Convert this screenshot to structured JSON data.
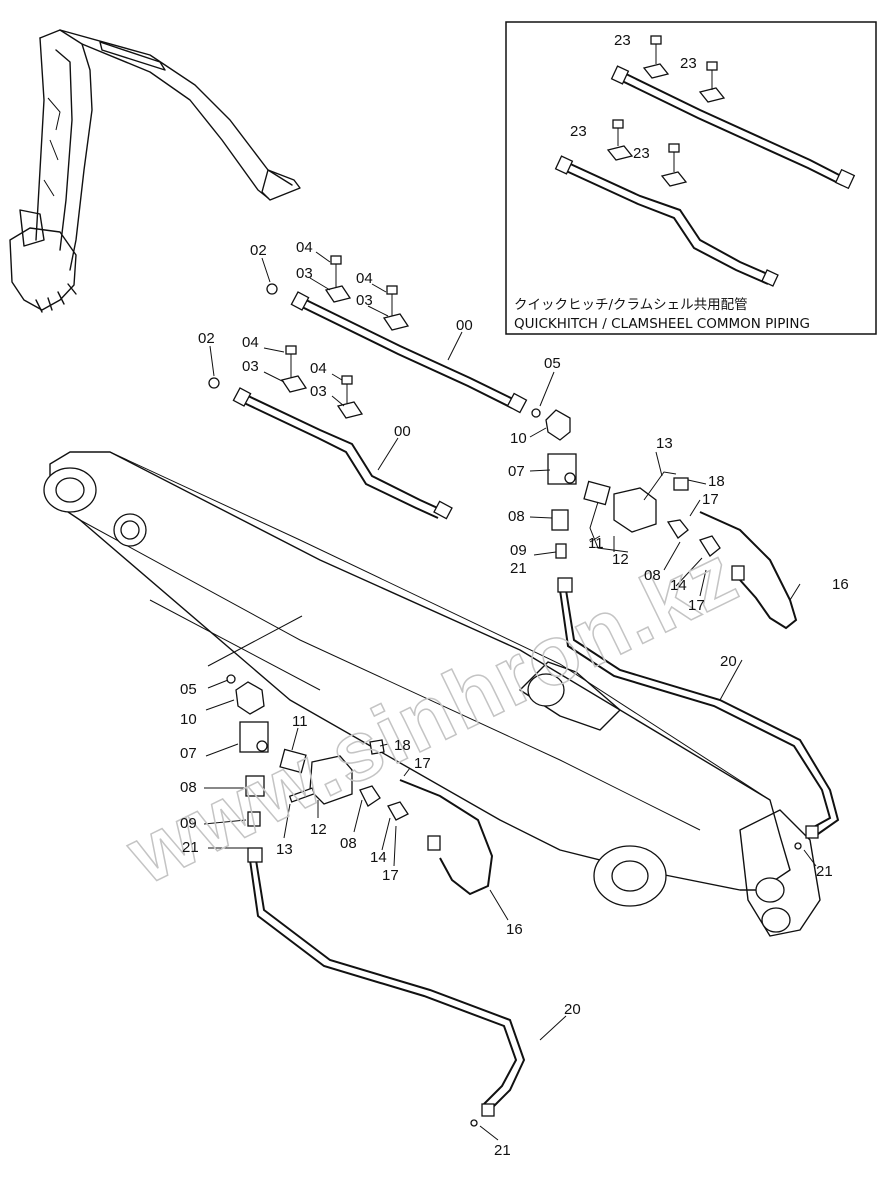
{
  "watermark": "www.sinhron.kz",
  "inset": {
    "caption_jp": "クイックヒッチ/クラムシェル共用配管",
    "caption_en": "QUICKHITCH / CLAMSHEEL COMMON PIPING"
  },
  "callouts": {
    "i23a": "23",
    "i23b": "23",
    "i23c": "23",
    "i23d": "23",
    "t02a": "02",
    "t04a": "04",
    "t03a": "03",
    "t04b": "04",
    "t03b": "03",
    "t00a": "00",
    "t02b": "02",
    "t04c": "04",
    "t03c": "03",
    "t04d": "04",
    "t03d": "03",
    "t00b": "00",
    "r05": "05",
    "r10": "10",
    "r13": "13",
    "r07": "07",
    "r18": "18",
    "r17a": "17",
    "r08a": "08",
    "r11": "11",
    "r12": "12",
    "r09": "09",
    "r21a": "21",
    "r08b": "08",
    "r14": "14",
    "r17b": "17",
    "r16": "16",
    "r20": "20",
    "r21b": "21",
    "l05": "05",
    "l10": "10",
    "l07": "07",
    "l11": "11",
    "l18": "18",
    "l17a": "17",
    "l08a": "08",
    "l09": "09",
    "l21a": "21",
    "l13": "13",
    "l12": "12",
    "l08b": "08",
    "l14": "14",
    "l17b": "17",
    "l16": "16",
    "l20": "20",
    "l21b": "21"
  }
}
